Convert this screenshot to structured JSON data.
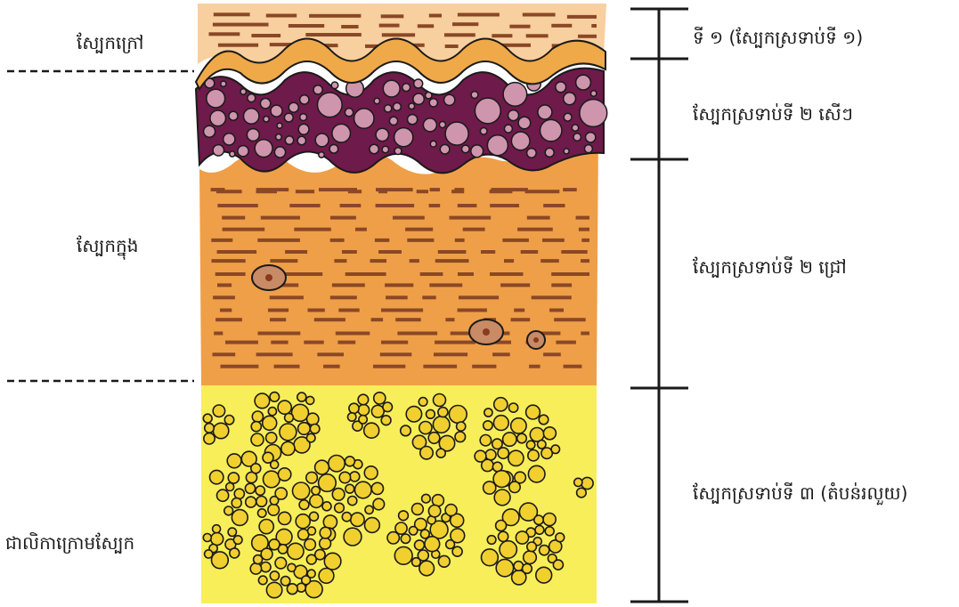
{
  "left_labels": {
    "epidermis": "ស្បែកក្រៅ",
    "dermis": "ស្បែកក្នុង",
    "hypodermis": "ជាលិកាក្រោមស្បែក"
  },
  "right_labels": {
    "layer1": "ទី ១ (ស្បែកស្រទាប់ទី ១)",
    "layer2_shallow": "ស្បែកស្រទាប់ទី ២ សើៗ",
    "layer2_deep": "ស្បែកស្រទាប់ទី ២ ជ្រៅ",
    "layer3": "ស្បែកស្រទាប់ទី ៣ (តំបន់រលួយ)"
  },
  "colors": {
    "epidermis_top": "#f8cf9f",
    "wavy_band": "#efa948",
    "papillary": "#6e1a4a",
    "papillary_cell": "#cf95ad",
    "dermis": "#ef9f48",
    "fiber": "#8a4826",
    "cell_body": "#c98a66",
    "fat_bg": "#f7ee5a",
    "fat_cell": "#f1cf2e",
    "outline": "#1a1a1a"
  }
}
